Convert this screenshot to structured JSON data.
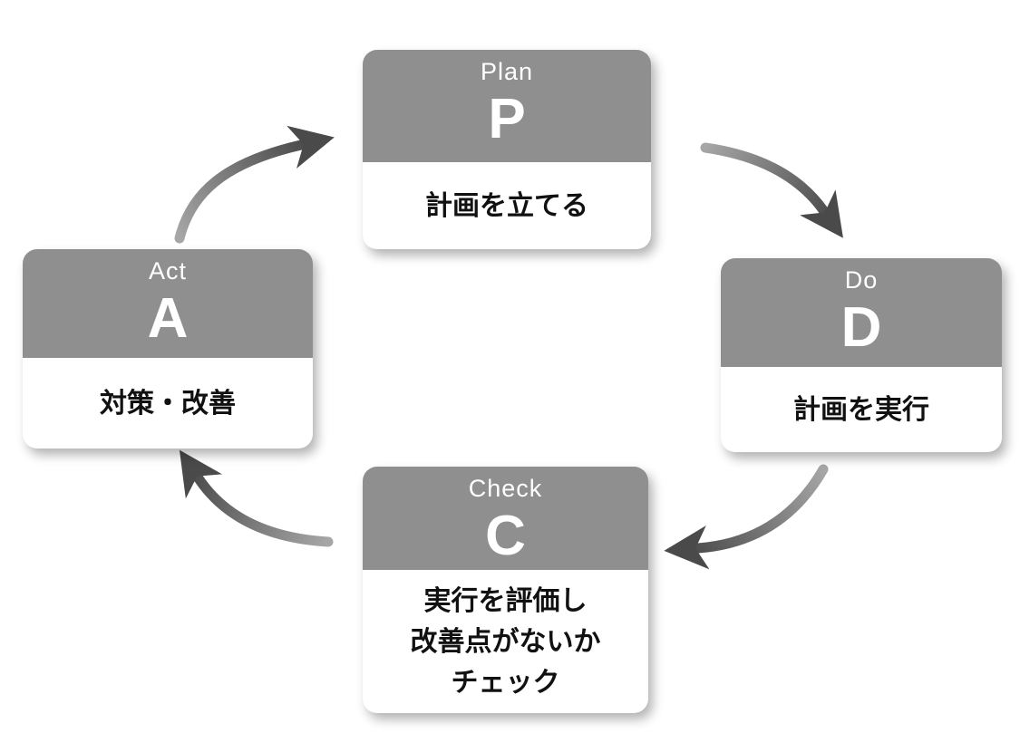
{
  "diagram": {
    "type": "cycle",
    "name": "PDCA cycle"
  },
  "colors": {
    "header_gray": "#8f8f8f",
    "card_bg": "#ffffff",
    "text_dark": "#111111",
    "arrow_light": "#a6a6a6",
    "arrow_dark": "#4a4a4a"
  },
  "cards": {
    "plan": {
      "label": "Plan",
      "letter": "P",
      "description": "計画を立てる"
    },
    "do": {
      "label": "Do",
      "letter": "D",
      "description": "計画を実行"
    },
    "check": {
      "label": "Check",
      "letter": "C",
      "description": "実行を評価し\n改善点がないか\nチェック"
    },
    "act": {
      "label": "Act",
      "letter": "A",
      "description": "対策・改善"
    }
  },
  "arrows": [
    {
      "from": "Act",
      "to": "Plan"
    },
    {
      "from": "Plan",
      "to": "Do"
    },
    {
      "from": "Do",
      "to": "Check"
    },
    {
      "from": "Check",
      "to": "Act"
    }
  ]
}
